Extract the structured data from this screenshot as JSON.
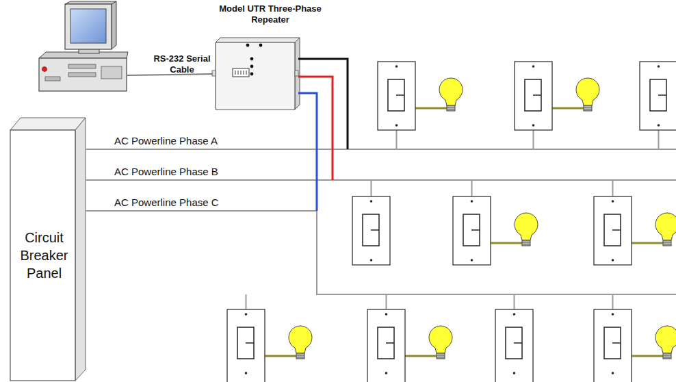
{
  "diagram": {
    "nodes": [
      {
        "text": [
          "Model UTR Three-Phase Repeater"
        ]
      },
      {
        "text": [
          "Circuit Breaker Panel"
        ]
      }
    ],
    "labels": [
      "RS-232 Serial Cable",
      "AC Powerline Phase A",
      "AC Powerline Phase B",
      "AC Powerline Phase C"
    ]
  }
}
